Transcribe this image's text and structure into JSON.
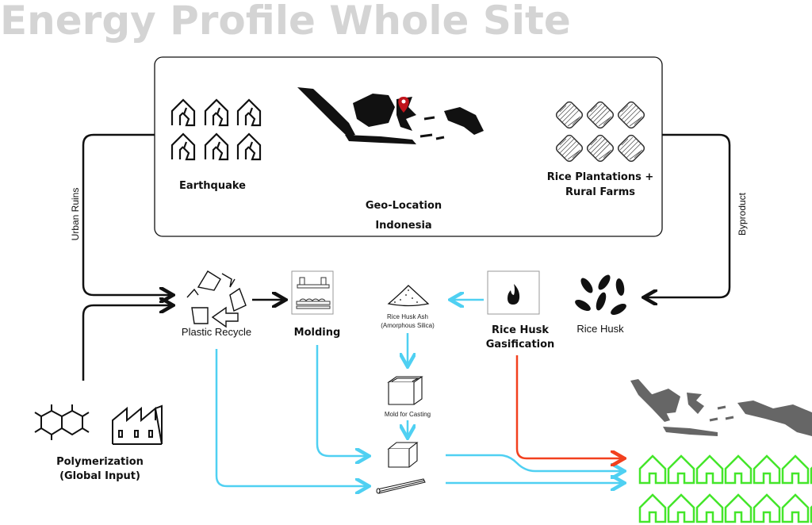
{
  "title": "Energy Profile Whole Site",
  "context_box": {
    "earthquake_label": "Earthquake",
    "geo_label": "Geo-Location",
    "geo_value": "Indonesia",
    "rice_label_line1": "Rice Plantations +",
    "rice_label_line2": "Rural Farms"
  },
  "flow_labels": {
    "left": "Urban Ruins",
    "right": "Byproduct"
  },
  "nodes": {
    "plastic_recycle": "Plastic Recycle",
    "molding": "Molding",
    "ash_line1": "Rice Husk Ash",
    "ash_line2": "(Amorphous Silica)",
    "gasification_line1": "Rice Husk",
    "gasification_line2": "Gasification",
    "rice_husk": "Rice Husk",
    "mold": "Mold for Casting",
    "polymer_line1": "Polymerization",
    "polymer_line2": "(Global Input)"
  },
  "colors": {
    "material_flow": "#4fd0f2",
    "energy_flow": "#f2401e",
    "houses": "#44e62a",
    "map_dark": "#111111",
    "map_gray": "#666666",
    "title": "#d4d4d4"
  }
}
